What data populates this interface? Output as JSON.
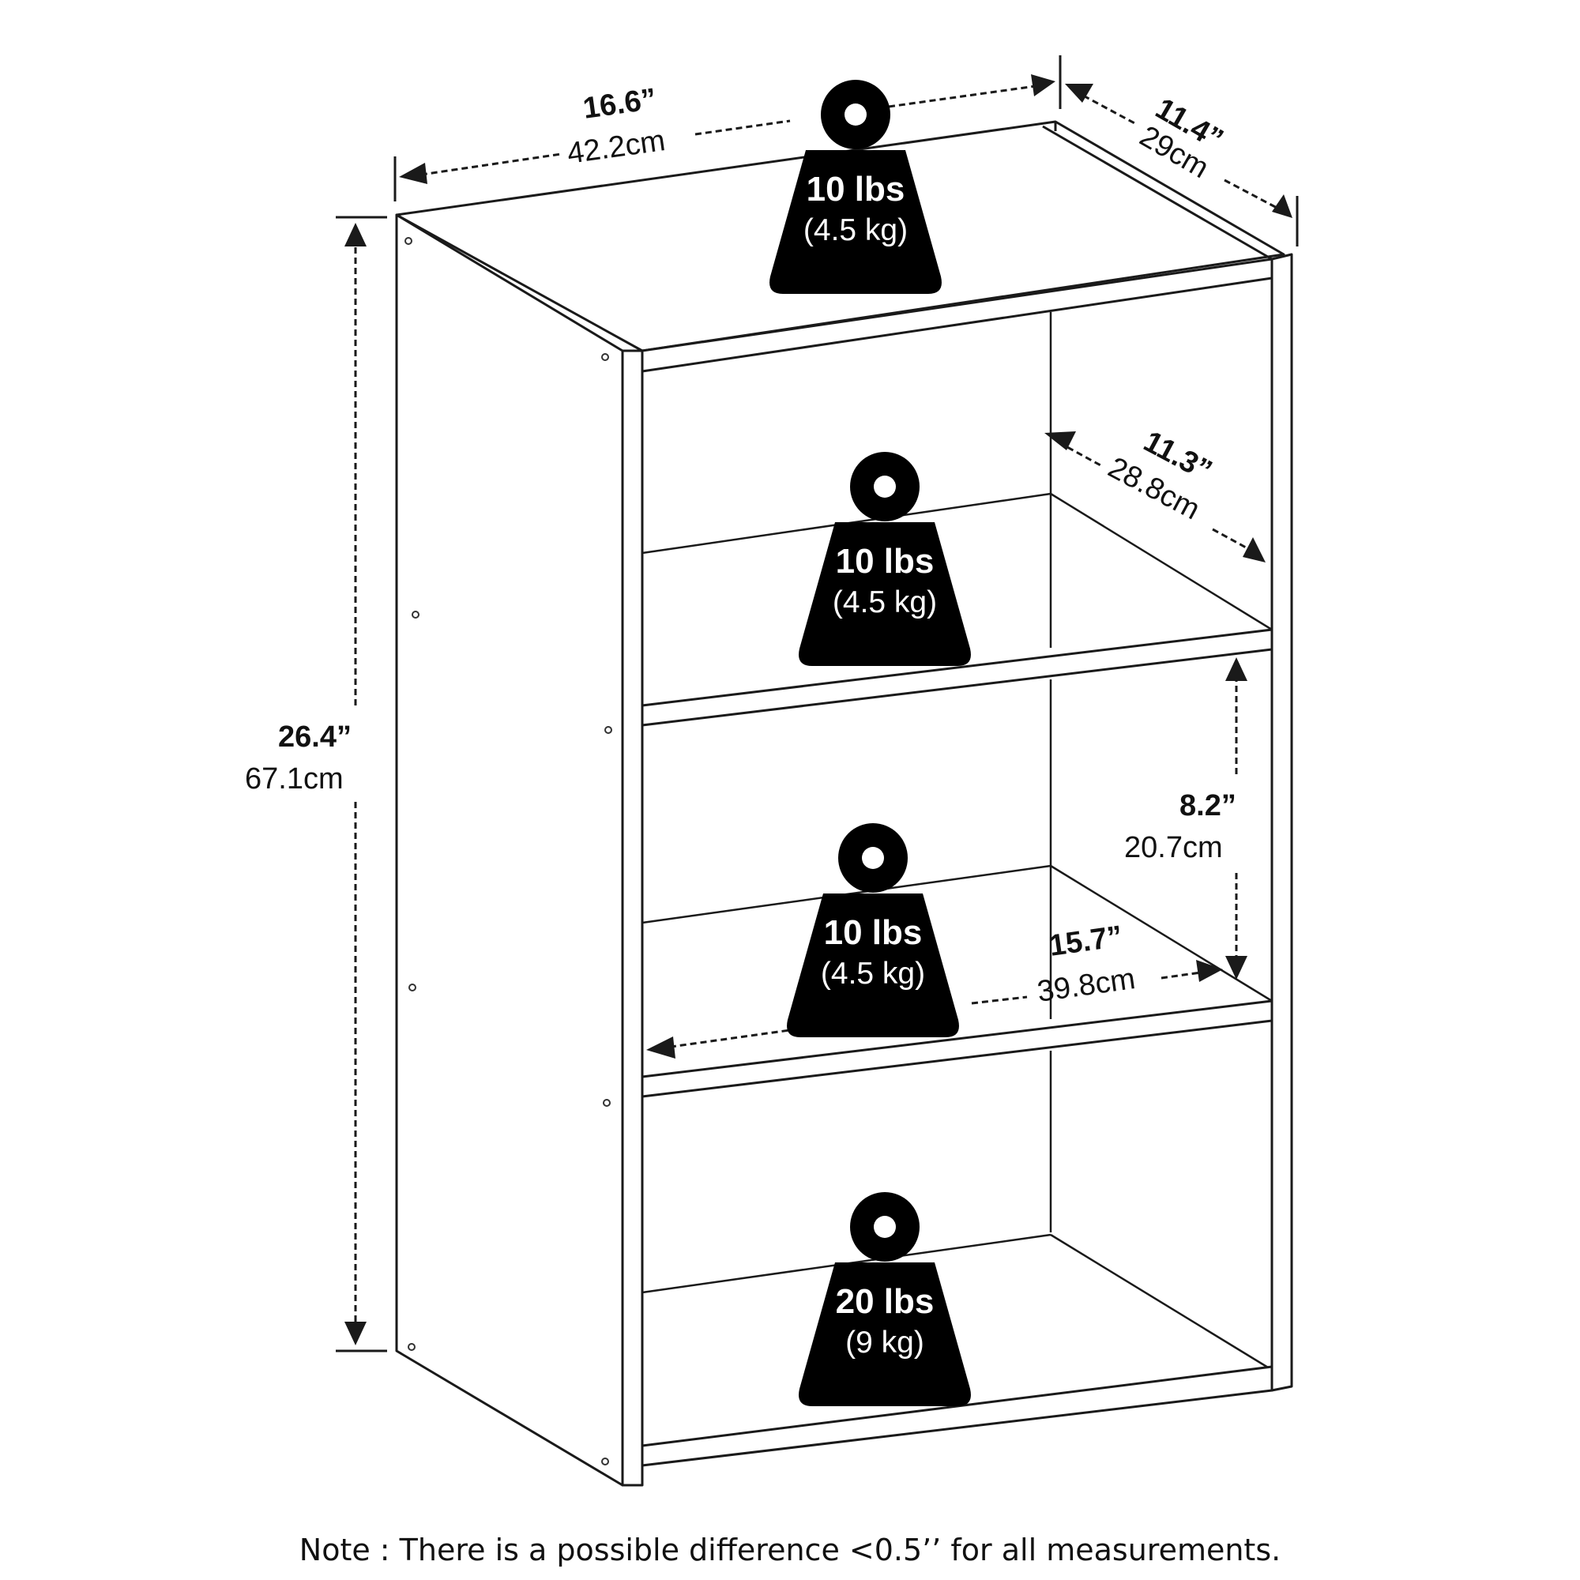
{
  "dimensions": {
    "width": {
      "in": "16.6”",
      "cm": "42.2cm"
    },
    "depth": {
      "in": "11.4”",
      "cm": "29cm"
    },
    "height": {
      "in": "26.4”",
      "cm": "67.1cm"
    },
    "inner_depth": {
      "in": "11.3”",
      "cm": "28.8cm"
    },
    "shelf_height": {
      "in": "8.2”",
      "cm": "20.7cm"
    },
    "inner_width": {
      "in": "15.7”",
      "cm": "39.8cm"
    }
  },
  "weights": [
    {
      "lbs": "10 lbs",
      "kg": "(4.5 kg)"
    },
    {
      "lbs": "10 lbs",
      "kg": "(4.5 kg)"
    },
    {
      "lbs": "10 lbs",
      "kg": "(4.5 kg)"
    },
    {
      "lbs": "20 lbs",
      "kg": "(9 kg)"
    }
  ],
  "note": "Note : There is a possible difference <0.5’’ for all measurements.",
  "colors": {
    "line": "#1a1a1a",
    "weight_fill": "#000000",
    "background": "#ffffff"
  }
}
